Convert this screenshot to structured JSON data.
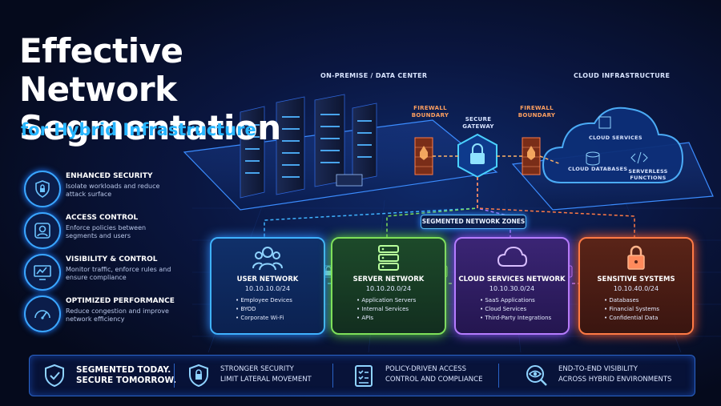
{
  "title": "Effective Network Segmentation",
  "subtitle": "for Hybrid Infrastructure",
  "benefits": [
    {
      "icon": "lock-shield-icon",
      "title": "ENHANCED SECURITY",
      "desc": "Isolate workloads and reduce attack surface"
    },
    {
      "icon": "user-icon",
      "title": "ACCESS CONTROL",
      "desc": "Enforce policies between segments and users"
    },
    {
      "icon": "monitor-chart-icon",
      "title": "VISIBILITY & CONTROL",
      "desc": "Monitor traffic, enforce rules and ensure compliance"
    },
    {
      "icon": "speedometer-icon",
      "title": "OPTIMIZED PERFORMANCE",
      "desc": "Reduce congestion and improve network efficiency"
    }
  ],
  "onprem_label": "ON-PREMISE / DATA CENTER",
  "cloud_label": "CLOUD INFRASTRUCTURE",
  "firewall_left": "FIREWALL BOUNDARY",
  "firewall_right": "FIREWALL BOUNDARY",
  "gateway": "SECURE GATEWAY",
  "cloud_services": "CLOUD SERVICES",
  "cloud_databases": "CLOUD DATABASES",
  "serverless": "SERVERLESS FUNCTIONS",
  "zones_label": "SEGMENTED NETWORK ZONES",
  "zones": [
    {
      "name": "USER NETWORK",
      "subnet": "10.10.10.0/24",
      "items": [
        "Employee Devices",
        "BYOD",
        "Corporate Wi-Fi"
      ],
      "color": "#3fb2ff"
    },
    {
      "name": "SERVER NETWORK",
      "subnet": "10.10.20.0/24",
      "items": [
        "Application Servers",
        "Internal Services",
        "APIs"
      ],
      "color": "#7ee05a"
    },
    {
      "name": "CLOUD SERVICES NETWORK",
      "subnet": "10.10.30.0/24",
      "items": [
        "SaaS Applications",
        "Cloud Services",
        "Third-Party Integrations"
      ],
      "color": "#b57cff"
    },
    {
      "name": "SENSITIVE SYSTEMS",
      "subnet": "10.10.40.0/24",
      "items": [
        "Databases",
        "Financial Systems",
        "Confidential Data"
      ],
      "color": "#ff7a45"
    }
  ],
  "bottom": [
    {
      "icon": "shield-check-icon",
      "line1": "SEGMENTED TODAY.",
      "line2": "SECURE TOMORROW."
    },
    {
      "icon": "shield-lock-icon",
      "line1": "STRONGER SECURITY",
      "line2": "LIMIT LATERAL MOVEMENT"
    },
    {
      "icon": "checklist-icon",
      "line1": "POLICY-DRIVEN ACCESS",
      "line2": "CONTROL AND COMPLIANCE"
    },
    {
      "icon": "eye-icon",
      "line1": "END-TO-END VISIBILITY",
      "line2": "ACROSS HYBRID ENVIRONMENTS"
    }
  ],
  "colors": {
    "accent": "#27b6ff",
    "server": "#7ee05a",
    "cloud": "#b57cff",
    "sensitive": "#ff7a45"
  }
}
